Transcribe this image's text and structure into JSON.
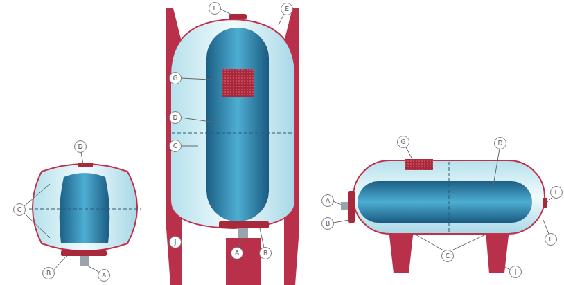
{
  "diagram": {
    "labels": [
      "D",
      "C",
      "B",
      "A",
      "F",
      "E",
      "G",
      "D",
      "C",
      "J",
      "A",
      "B",
      "G",
      "D",
      "A",
      "B",
      "C",
      "J",
      "F",
      "E"
    ]
  }
}
